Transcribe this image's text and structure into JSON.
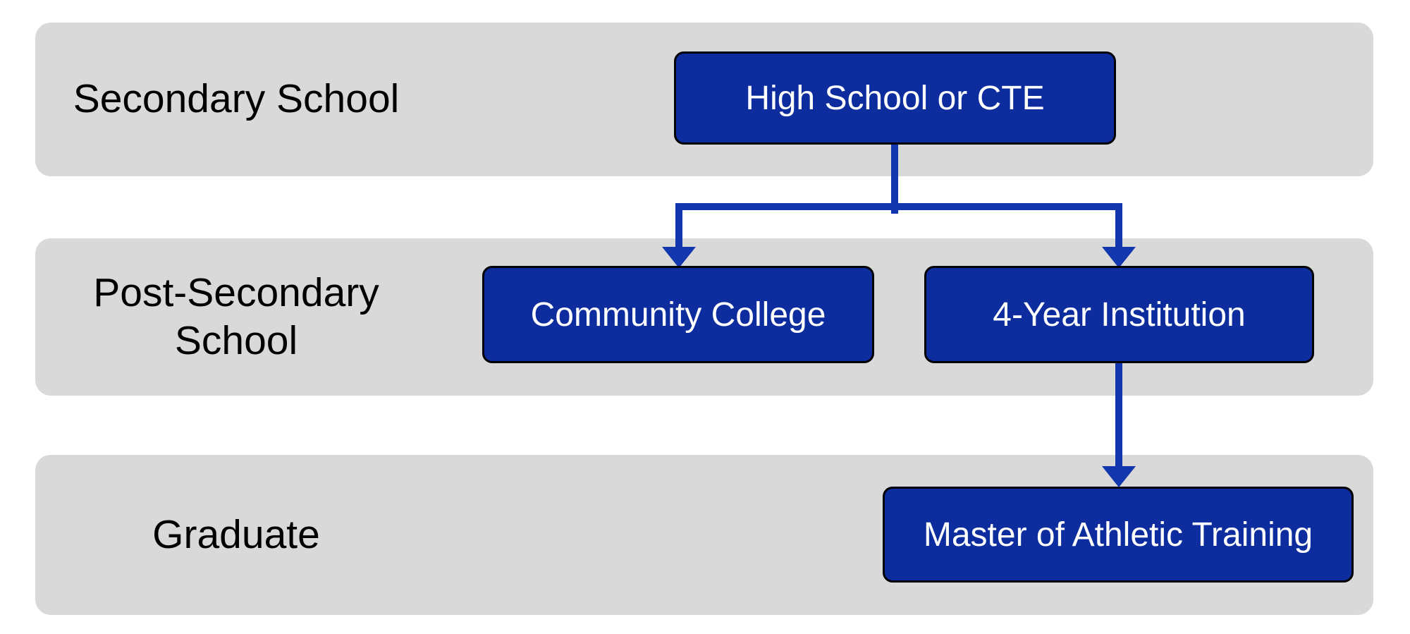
{
  "theme": {
    "page_bg": "#ffffff",
    "band_bg": "#d9d9d9",
    "label_text": "#000000",
    "node_fill": "#0d2d9e",
    "node_border": "#000000",
    "node_text": "#ffffff",
    "edge": "#1136ae"
  },
  "rows": [
    {
      "label": "Secondary School",
      "nodes": [
        {
          "label": "High School or CTE"
        }
      ]
    },
    {
      "label": "Post-Secondary School",
      "nodes": [
        {
          "label": "Community College"
        },
        {
          "label": "4-Year Institution"
        }
      ]
    },
    {
      "label": "Graduate",
      "nodes": [
        {
          "label": "Master of Athletic Training"
        }
      ]
    }
  ],
  "edges": [
    {
      "from": "High School or CTE",
      "to": "Community College"
    },
    {
      "from": "High School or CTE",
      "to": "4-Year Institution"
    },
    {
      "from": "4-Year Institution",
      "to": "Master of Athletic Training"
    }
  ]
}
